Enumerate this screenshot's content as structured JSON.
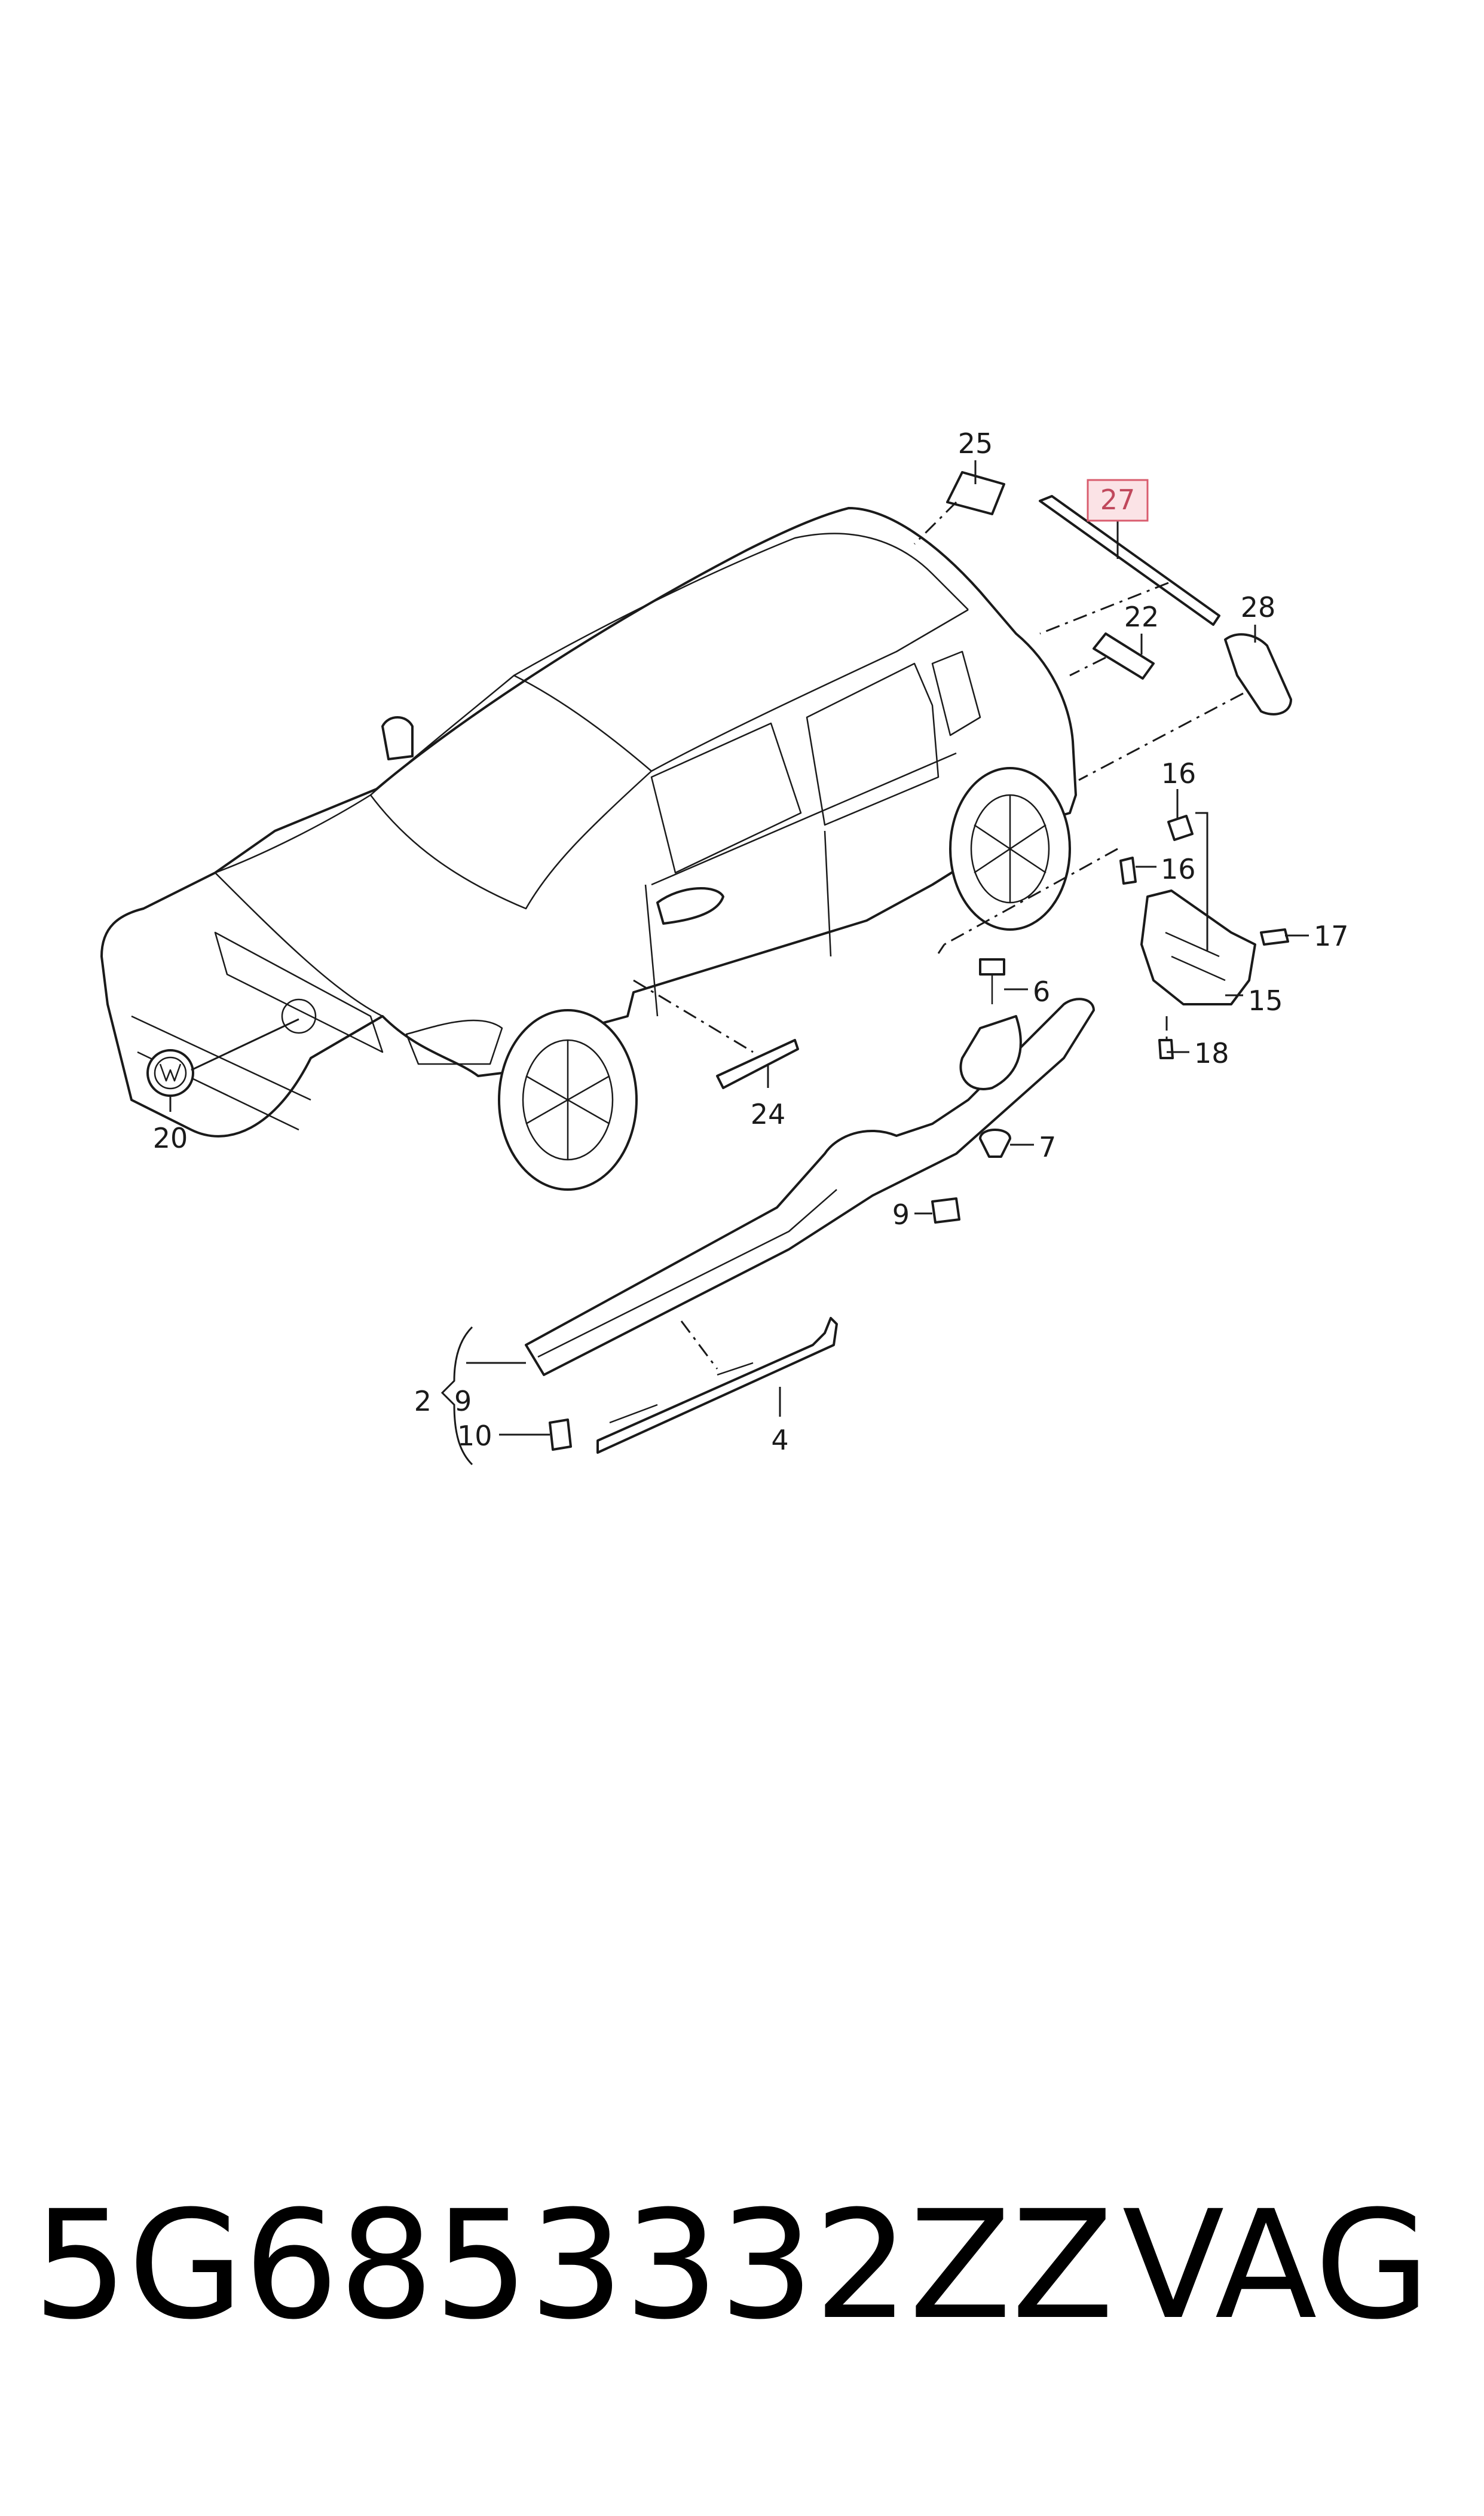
{
  "callouts": {
    "c2": "2",
    "c4": "4",
    "c6": "6",
    "c7": "7",
    "c9a": "9",
    "c9b": "9",
    "c10": "10",
    "c15": "15",
    "c16a": "16",
    "c16b": "16",
    "c17": "17",
    "c18": "18",
    "c20": "20",
    "c22": "22",
    "c24": "24",
    "c25": "25",
    "c27": "27",
    "c28": "28"
  },
  "highlighted_callout": "27",
  "highlight_color": "#d95c6e",
  "footer": {
    "part_number": "5G6853332ZZ",
    "brand": "VAG"
  }
}
